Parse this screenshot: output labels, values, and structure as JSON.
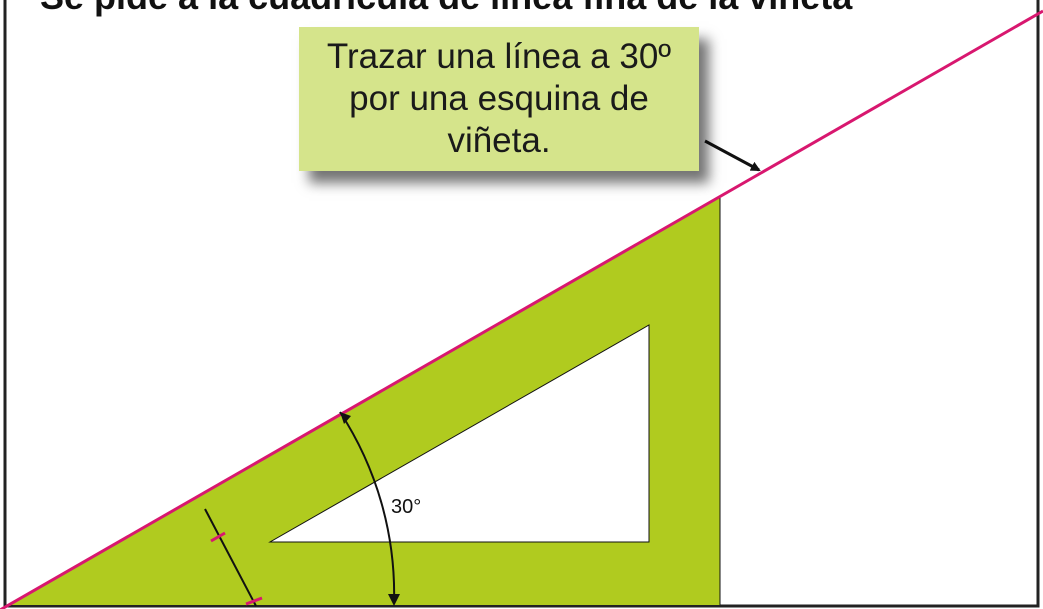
{
  "header": {
    "clipped_title": "Se pide a la cuadrícula de línea fina de la viñeta"
  },
  "callout": {
    "line1": "Trazar una línea a 30º",
    "line2": "por una esquina de",
    "line3": "viñeta."
  },
  "angle_label": "30°",
  "colors": {
    "set_square": "#b0cb1f",
    "line": "#d8176f",
    "callout_bg": "#d5e48b",
    "border": "#222222"
  }
}
